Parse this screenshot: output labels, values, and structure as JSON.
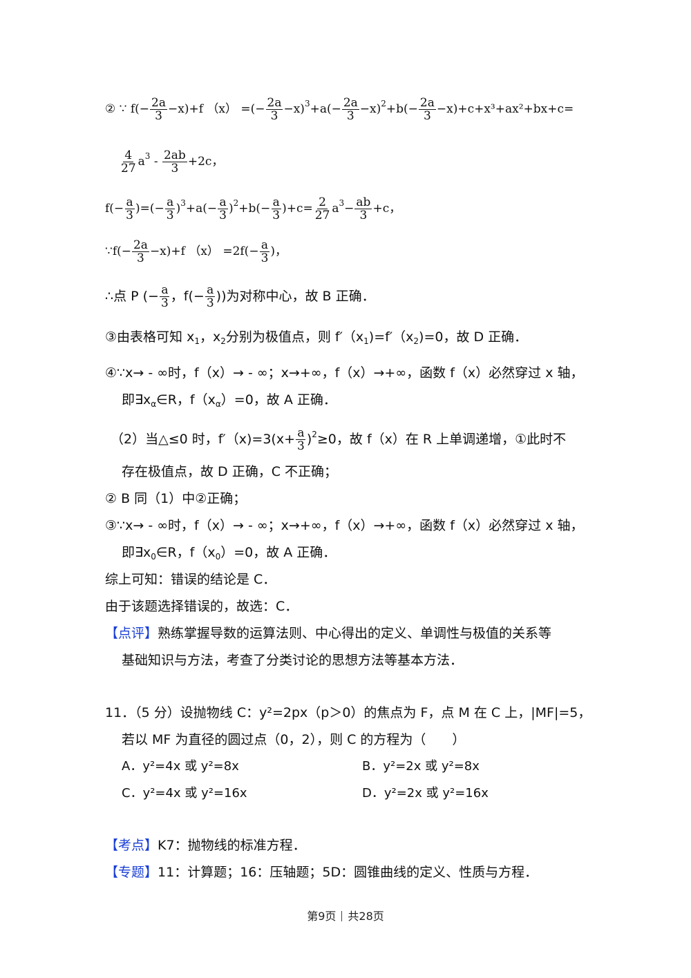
{
  "l1": {
    "a": "② ∵ f(−",
    "f1n": "2a",
    "f1d": "3",
    "b": "−x)+f （x） =(−",
    "f2n": "2a",
    "f2d": "3",
    "c": "−x)",
    "c_sup": "3",
    "d": "+a(−",
    "f3n": "2a",
    "f3d": "3",
    "e": "−x)",
    "e_sup": "2",
    "f": "+b(−",
    "f4n": "2a",
    "f4d": "3",
    "g": "−x)+c+x³+ax²+bx+c="
  },
  "l2": {
    "f1n": "4",
    "f1d": "27",
    "a": "a",
    "a_sup": "3",
    "b": " - ",
    "f2n": "2ab",
    "f2d": "3",
    "c": "+2c，"
  },
  "l3": {
    "a": "f(−",
    "f1n": "a",
    "f1d": "3",
    "b": ")=(−",
    "f2n": "a",
    "f2d": "3",
    "c": ")",
    "c_sup": "3",
    "d": "+a(−",
    "f3n": "a",
    "f3d": "3",
    "e": ")",
    "e_sup": "2",
    "f": "+b(−",
    "f4n": "a",
    "f4d": "3",
    "g": ")+c=",
    "f5n": "2",
    "f5d": "27",
    "h": "a",
    "h_sup": "3",
    "i": "−",
    "f6n": "ab",
    "f6d": "3",
    "j": "+c，"
  },
  "l4": {
    "a": "∵f(−",
    "f1n": "2a",
    "f1d": "3",
    "b": "−x)+f （x） =2f(−",
    "f2n": "a",
    "f2d": "3",
    "c": ")，"
  },
  "l5": {
    "a": "∴点 P (−",
    "f1n": "a",
    "f1d": "3",
    "b": "，f(−",
    "f2n": "a",
    "f2d": "3",
    "c": "))为对称中心，故 B 正确．"
  },
  "l6": {
    "a": "③由表格可知 x",
    "a_sub": "1",
    "b": "，x",
    "b_sub": "2",
    "c": "分别为极值点，则 f′（x",
    "c_sub": "1",
    "d": ")=f′（x",
    "d_sub": "2",
    "e": ")=0，故 D 正确．"
  },
  "l7": "④∵x→ - ∞时，f（x）→ - ∞；x→+∞，f（x）→+∞，函数 f（x）必然穿过 x 轴，",
  "l8": {
    "a": "即∃x",
    "a_sub": "α",
    "b": "∈R，f（x",
    "b_sub": "α",
    "c": "）=0，故 A 正确．"
  },
  "l9": {
    "a": "（2）当△≤0 时，f′（x)=3(x+",
    "f1n": "a",
    "f1d": "3",
    "b": ")",
    "b_sup": "2",
    "c": "≥0，故 f（x）在 R 上单调递增，①此时不"
  },
  "l10": "存在极值点，故 D 正确，C 不正确；",
  "l11": "② B 同（1）中②正确；",
  "l12": "③∵x→ - ∞时，f（x）→ - ∞；x→+∞，f（x）→+∞，函数 f（x）必然穿过 x 轴，",
  "l13": {
    "a": "即∃x",
    "a_sub": "0",
    "b": "∈R，f（x",
    "b_sub": "0",
    "c": "）=0，故 A 正确．"
  },
  "l14": "综上可知：错误的结论是 C．",
  "l15": "由于该题选择错误的，故选：C．",
  "comment": {
    "tag": "【点评】",
    "text": "熟练掌握导数的运算法则、中心得出的定义、单调性与极值的关系等",
    "text2": "基础知识与方法，考查了分类讨论的思想方法等基本方法．"
  },
  "q11": {
    "line1": "11．（5 分）设抛物线 C：y²=2px（p＞0）的焦点为 F，点 M 在 C 上，|MF|=5，",
    "line2": "若以 MF 为直径的圆过点（0，2），则 C 的方程为（　　）",
    "optA": "A．y²=4x 或 y²=8x",
    "optB": "B．y²=2x 或 y²=8x",
    "optC": "C．y²=4x 或 y²=16x",
    "optD": "D．y²=2x 或 y²=16x"
  },
  "kaodian": {
    "tag": "【考点】",
    "text": "K7：抛物线的标准方程．"
  },
  "zhuanti": {
    "tag": "【专题】",
    "text": "11：计算题；16：压轴题；5D：圆锥曲线的定义、性质与方程．"
  },
  "footer": {
    "left": "第9页",
    "right": "共28页"
  }
}
